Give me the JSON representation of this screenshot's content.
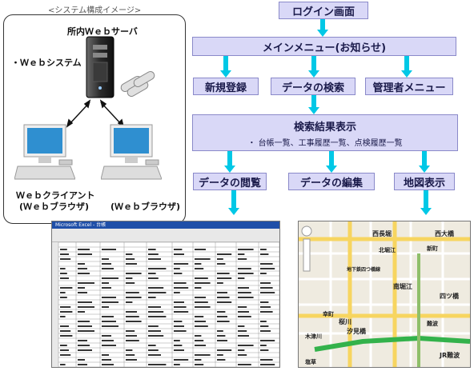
{
  "system_caption": "<システム構成イメージ>",
  "server_label": "所内Ｗｅｂサーバ",
  "web_system_label": "・Ｗｅｂシステム",
  "client1_label_line1": "Ｗｅｂクライアント",
  "client1_label_line2": "(Ｗｅｂブラウザ)",
  "client2_label": "(Ｗｅｂブラウザ)",
  "flow": {
    "login": "ログイン画面",
    "main_menu": "メインメニュー(お知らせ)",
    "new_register": "新規登録",
    "data_search": "データの検索",
    "admin_menu": "管理者メニュー",
    "search_results": "検索結果表示",
    "search_results_sub": "・ 台帳一覧、工事履歴一覧、点検履歴一覧",
    "data_view": "データの閲覧",
    "data_edit": "データの編集",
    "map_view": "地図表示"
  },
  "colors": {
    "box_fill": "#d9d8f7",
    "box_border": "#8a89c9",
    "arrow": "#00c8e6"
  },
  "map_labels": [
    "西長堀",
    "西大橋",
    "地下鉄四つ橋線",
    "南堀江",
    "四ツ橋",
    "桜川",
    "汐見橋",
    "JR難波",
    "北堀江",
    "幸町",
    "新町",
    "木津川",
    "難波",
    "塩草"
  ],
  "sheet_title": "Microsoft Excel - 台帳"
}
